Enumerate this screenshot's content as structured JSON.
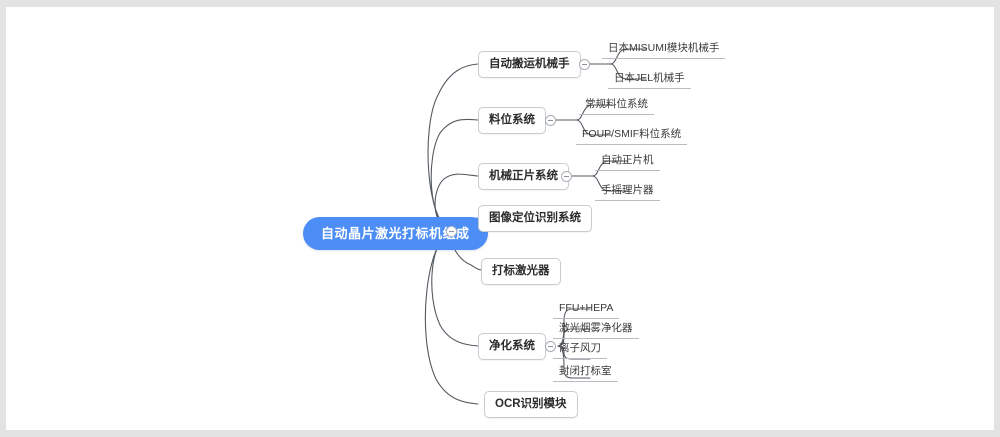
{
  "mindmap": {
    "root": {
      "label": "自动晶片激光打标机组成",
      "color": "#4d8df6",
      "text_color": "#ffffff",
      "toggle_icon": "collapse-toggle-icon"
    },
    "branches": [
      {
        "label": "自动搬运机械手",
        "toggle_icon": "collapse-toggle-icon",
        "children": [
          {
            "label": "日本MISUMI模块机械手"
          },
          {
            "label": "日本JEL机械手"
          }
        ]
      },
      {
        "label": "料位系统",
        "toggle_icon": "collapse-toggle-icon",
        "children": [
          {
            "label": "常规料位系统"
          },
          {
            "label": "FOUP/SMIF料位系统"
          }
        ]
      },
      {
        "label": "机械正片系统",
        "toggle_icon": "collapse-toggle-icon",
        "children": [
          {
            "label": "自动正片机"
          },
          {
            "label": "手摇理片器"
          }
        ]
      },
      {
        "label": "图像定位识别系统",
        "children": []
      },
      {
        "label": "打标激光器",
        "children": []
      },
      {
        "label": "净化系统",
        "toggle_icon": "collapse-toggle-icon",
        "children": [
          {
            "label": "FFU+HEPA"
          },
          {
            "label": "激光烟雾净化器"
          },
          {
            "label": "离子风刀"
          },
          {
            "label": "封闭打标室"
          }
        ]
      },
      {
        "label": "OCR识别模块",
        "children": []
      }
    ],
    "theme": {
      "canvas_background": "#ffffff",
      "page_background": "#e3e3e3",
      "edge_color": "#555a61",
      "leaf_rule_color": "#b9bcc2",
      "branch_border_color": "#c9ccd1",
      "branch_text_color": "#2c2c2c",
      "leaf_text_color": "#3a3a3a"
    }
  }
}
